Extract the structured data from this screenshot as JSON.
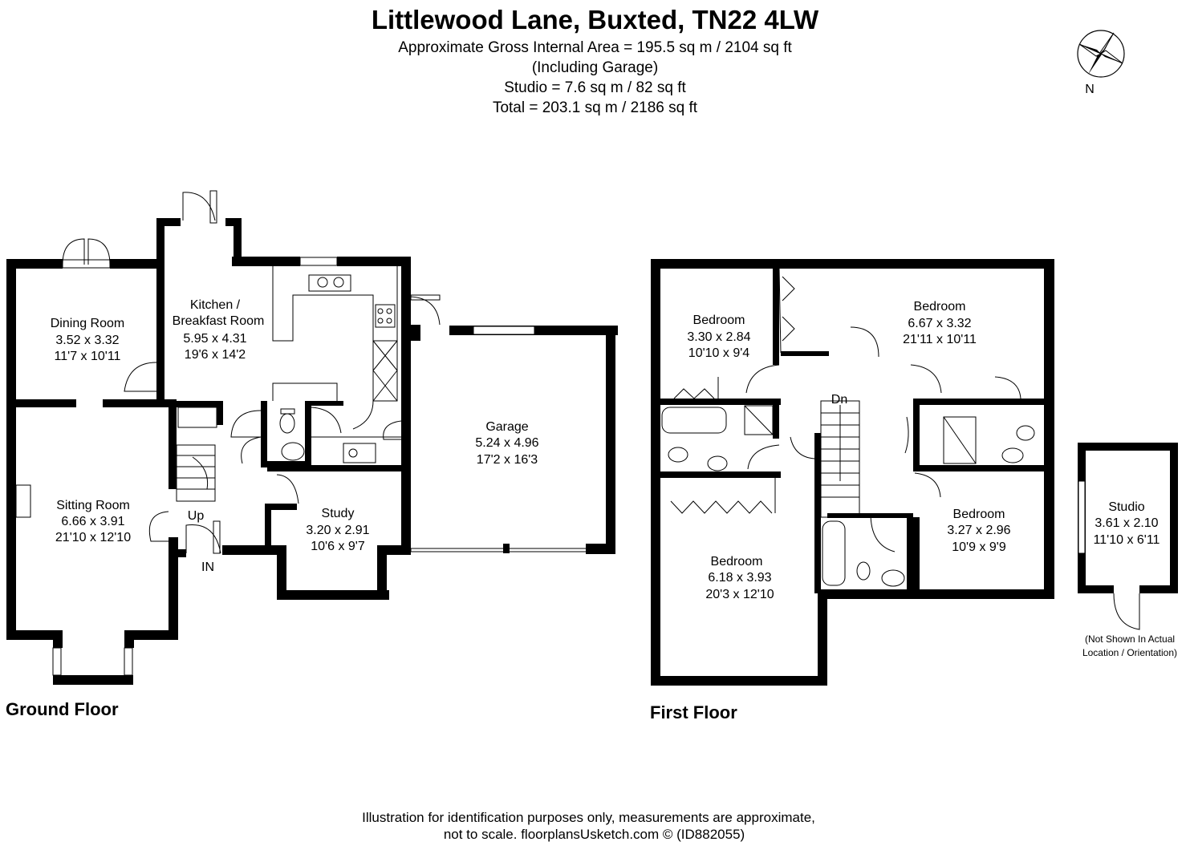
{
  "header": {
    "title": "Littlewood Lane, Buxted, TN22 4LW",
    "area_line": "Approximate Gross Internal Area = 195.5 sq m / 2104 sq ft",
    "including": "(Including Garage)",
    "studio_line": "Studio = 7.6 sq m / 82 sq ft",
    "total_line": "Total = 203.1 sq m / 2186 sq ft"
  },
  "compass": {
    "label": "N"
  },
  "ground_floor": {
    "label": "Ground Floor",
    "rooms": {
      "dining": [
        "Dining Room",
        "3.52 x 3.32",
        "11'7 x 10'11"
      ],
      "kitchen": [
        "Kitchen /",
        "Breakfast Room",
        "5.95 x 4.31",
        "19'6 x 14'2"
      ],
      "sitting": [
        "Sitting Room",
        "6.66 x 3.91",
        "21'10 x 12'10"
      ],
      "study": [
        "Study",
        "3.20 x 2.91",
        "10'6 x 9'7"
      ],
      "garage": [
        "Garage",
        "5.24 x 4.96",
        "17'2 x 16'3"
      ]
    },
    "up_label": "Up",
    "in_label": "IN"
  },
  "first_floor": {
    "label": "First Floor",
    "rooms": {
      "bed_nw": [
        "Bedroom",
        "3.30 x 2.84",
        "10'10 x 9'4"
      ],
      "bed_ne": [
        "Bedroom",
        "6.67 x 3.32",
        "21'11 x 10'11"
      ],
      "bed_sw": [
        "Bedroom",
        "6.18 x 3.93",
        "20'3 x 12'10"
      ],
      "bed_se": [
        "Bedroom",
        "3.27 x 2.96",
        "10'9 x 9'9"
      ]
    },
    "dn_label": "Dn"
  },
  "studio": {
    "room": [
      "Studio",
      "3.61 x 2.10",
      "11'10 x 6'11"
    ],
    "note_1": "(Not Shown In Actual",
    "note_2": "Location / Orientation)"
  },
  "footer": {
    "line1": "Illustration for identification purposes only, measurements are approximate,",
    "line2": "not to scale. floorplansUsketch.com © (ID882055)"
  }
}
